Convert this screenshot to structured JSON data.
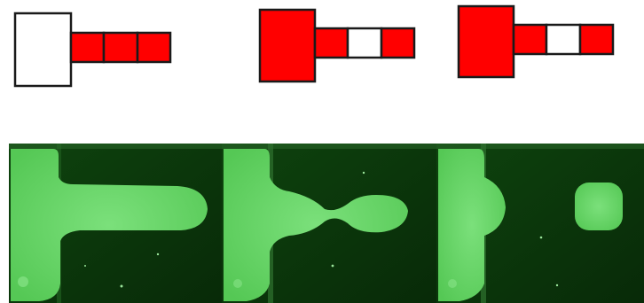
{
  "schematic": {
    "states": [
      {
        "reservoir": "off",
        "pads": [
          "on",
          "on",
          "on"
        ]
      },
      {
        "reservoir": "on",
        "pads": [
          "on",
          "off",
          "on"
        ]
      },
      {
        "reservoir": "on",
        "pads": [
          "on",
          "off",
          "on"
        ]
      }
    ],
    "colors": {
      "active": "#ff0000",
      "inactive": "#ffffff",
      "border": "#1a1a1a"
    }
  },
  "micrographs": {
    "frames": [
      "extension",
      "necking",
      "pinch-off"
    ],
    "colors": {
      "background": "#0d3d0d",
      "background_dark": "#082a08",
      "liquid": "#5fd35f",
      "liquid_light": "#7be07b",
      "electrode_edge": "#1d5a1d"
    }
  }
}
